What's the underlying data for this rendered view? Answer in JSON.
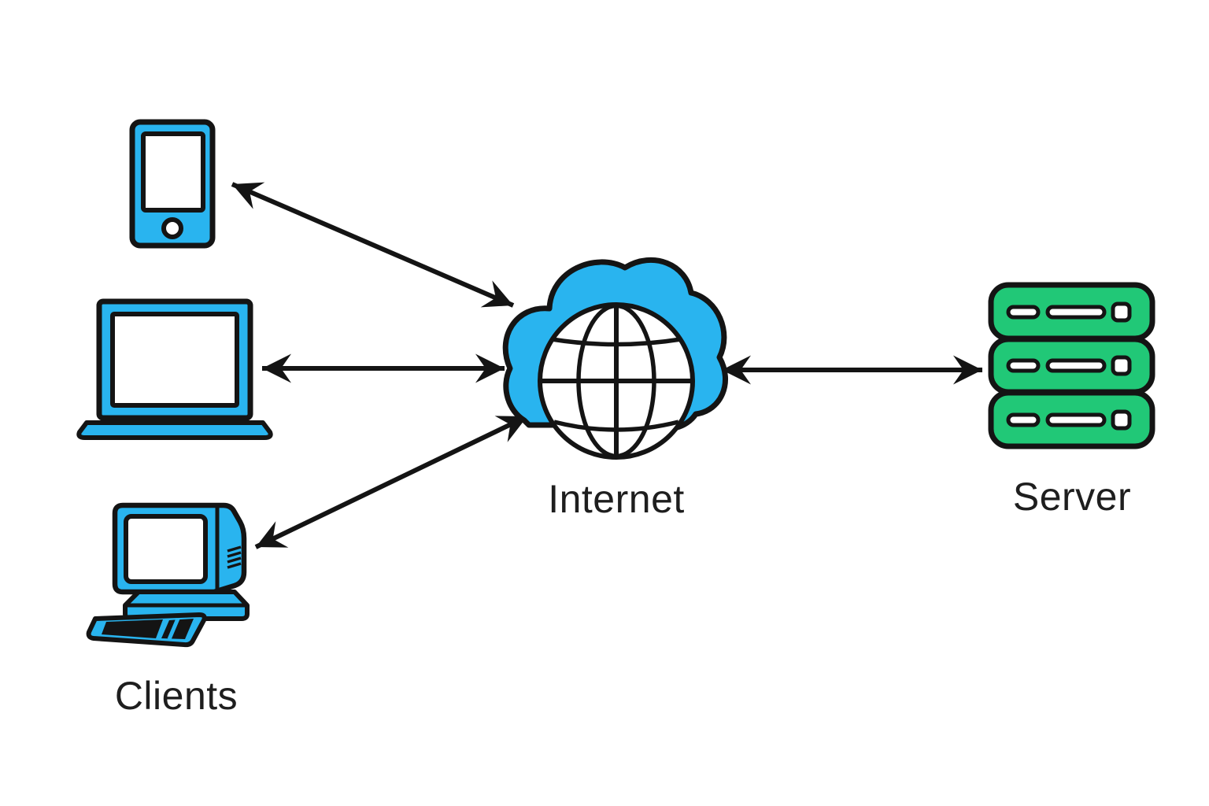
{
  "diagram": {
    "internet_label": "Internet",
    "server_label": "Server",
    "clients_label": "Clients",
    "nodes": [
      {
        "id": "smartphone",
        "role": "client",
        "icon": "smartphone-icon"
      },
      {
        "id": "laptop",
        "role": "client",
        "icon": "laptop-icon"
      },
      {
        "id": "desktop-computer",
        "role": "client",
        "icon": "desktop-computer-icon"
      },
      {
        "id": "internet",
        "role": "network",
        "icon": "cloud-globe-icon",
        "label": "Internet"
      },
      {
        "id": "server",
        "role": "server",
        "icon": "server-rack-icon",
        "label": "Server"
      }
    ],
    "edges": [
      {
        "from": "smartphone",
        "to": "internet",
        "bidirectional": true
      },
      {
        "from": "laptop",
        "to": "internet",
        "bidirectional": true
      },
      {
        "from": "desktop-computer",
        "to": "internet",
        "bidirectional": true
      },
      {
        "from": "internet",
        "to": "server",
        "bidirectional": true
      }
    ]
  },
  "colors": {
    "client_blue": "#29B4EF",
    "server_green": "#21C877",
    "outline_black": "#141414",
    "screen_white": "#FFFFFF",
    "background": "#FFFFFF"
  }
}
